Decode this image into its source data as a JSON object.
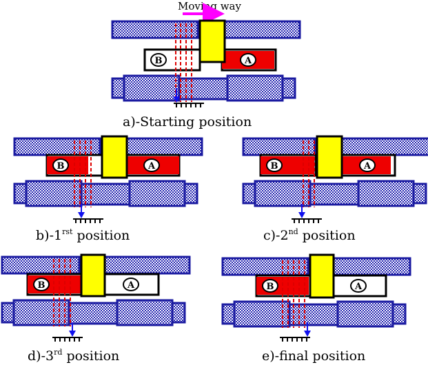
{
  "header": {
    "moving_label": "Moving way",
    "arrow_color": "#ff00ff"
  },
  "colors": {
    "stator": "#1a1aa0",
    "blue_dot": "#2020b0",
    "red": "#ee0000",
    "yellow": "#ffff00",
    "outline": "#000000",
    "flux": "#dd0000",
    "arrow": "#1010ee"
  },
  "labels": {
    "rotor_a": "A",
    "rotor_b": "B"
  },
  "panels": [
    {
      "id": "a",
      "caption_pre": "a)-Starting position",
      "caption_sup": "",
      "caption_post": ""
    },
    {
      "id": "b",
      "caption_pre": "b)-1",
      "caption_sup": "rst",
      "caption_post": " position"
    },
    {
      "id": "c",
      "caption_pre": "c)-2",
      "caption_sup": "nd",
      "caption_post": " position"
    },
    {
      "id": "d",
      "caption_pre": "d)-3",
      "caption_sup": "rd",
      "caption_post": " position"
    },
    {
      "id": "e",
      "caption_pre": "e)-final position",
      "caption_sup": "",
      "caption_post": ""
    }
  ]
}
